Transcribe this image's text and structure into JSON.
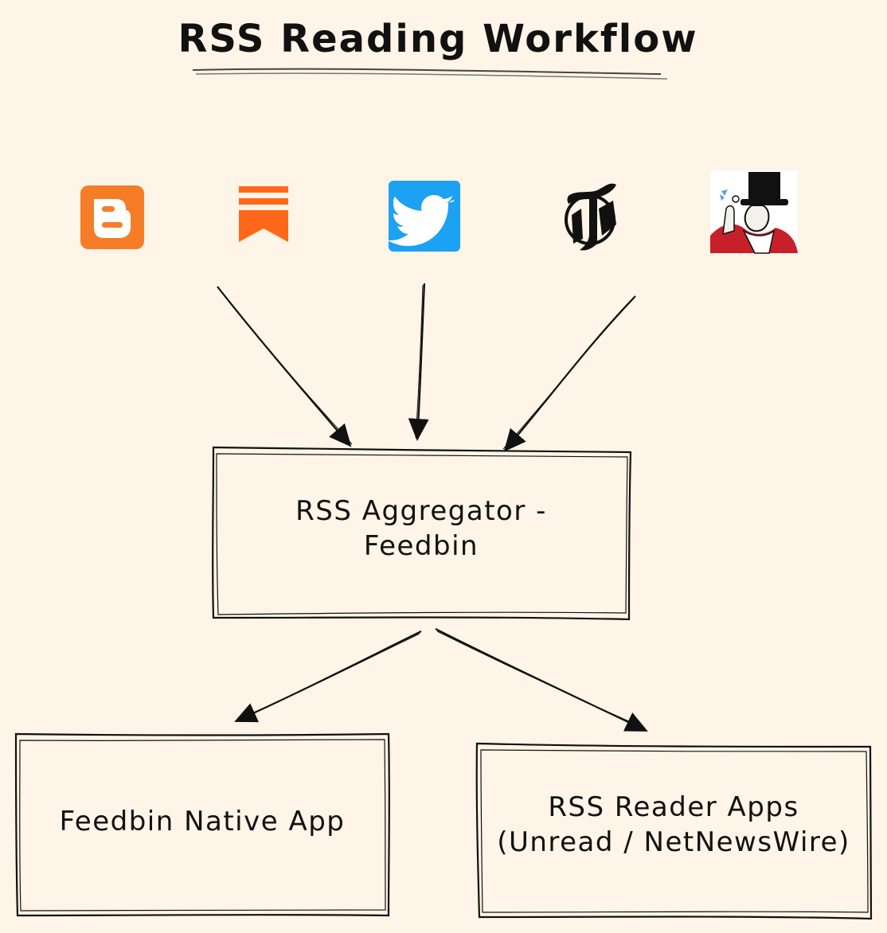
{
  "title": "RSS Reading Workflow",
  "nodes": {
    "aggregator": "RSS Aggregator -\nFeedbin",
    "native_app": "Feedbin Native App",
    "reader_apps": "RSS Reader Apps\n(Unread / NetNewsWire)"
  },
  "sources": [
    {
      "icon": "blogger-icon"
    },
    {
      "icon": "substack-icon"
    },
    {
      "icon": "twitter-icon"
    },
    {
      "icon": "nyt-icon"
    },
    {
      "icon": "new-yorker-icon"
    }
  ],
  "colors": {
    "background": "#fef4e7",
    "ink": "#111111",
    "blogger": "#f57d27",
    "substack": "#ff6719",
    "twitter": "#1da1f2",
    "new_yorker_red": "#c8202a"
  }
}
